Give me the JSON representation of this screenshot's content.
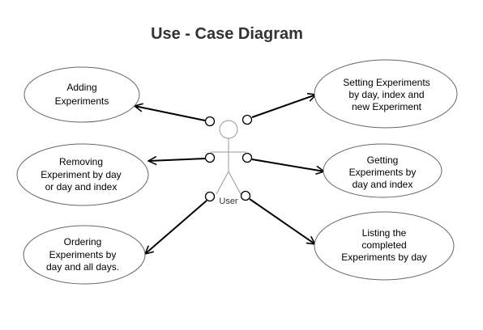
{
  "title": "Use - Case Diagram",
  "actor": {
    "label": "User"
  },
  "use_cases": [
    {
      "id": "adding",
      "lines": [
        "Adding",
        "Experiments"
      ]
    },
    {
      "id": "removing",
      "lines": [
        "Removing",
        "Experiment by day",
        "or day and index"
      ]
    },
    {
      "id": "ordering",
      "lines": [
        "Ordering",
        "Experiments by",
        "day and all days."
      ]
    },
    {
      "id": "setting",
      "lines": [
        "Setting Experiments",
        "by day, index and",
        "new Experiment"
      ]
    },
    {
      "id": "getting",
      "lines": [
        "Getting",
        "Experiments by",
        "day and index"
      ]
    },
    {
      "id": "listing",
      "lines": [
        "Listing the",
        "completed",
        "Experiments by day"
      ]
    }
  ],
  "colors": {
    "title": "#333333",
    "ellipse_stroke": "#666666",
    "line": "#000000",
    "actor_stroke": "#999999"
  }
}
